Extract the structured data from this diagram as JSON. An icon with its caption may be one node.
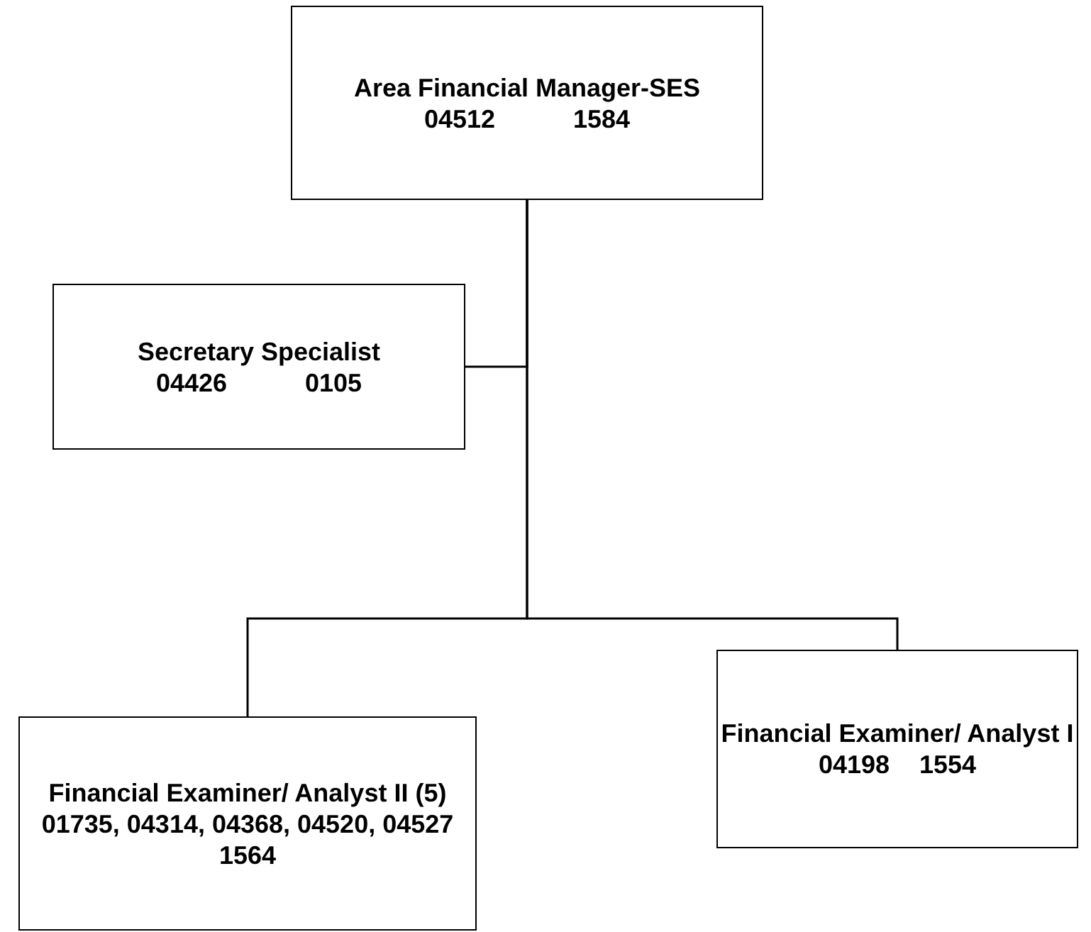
{
  "diagram": {
    "nodes": [
      {
        "text": [
          "Area Financial Manager-SES",
          "04512 1584"
        ]
      },
      {
        "text": [
          "Secretary Specialist",
          "04426 0105"
        ]
      },
      {
        "text": [
          "Financial Examiner/ Analyst II (5)",
          "01735, 04314, 04368, 04520, 04527",
          "1564"
        ]
      },
      {
        "text": [
          "Financial Examiner/ Analyst I",
          "04198 1554"
        ]
      }
    ],
    "edges": [
      {
        "from": 0,
        "to": 1,
        "arrow": "none"
      },
      {
        "from": 0,
        "to": 2,
        "arrow": "none"
      },
      {
        "from": 0,
        "to": 3,
        "arrow": "none"
      }
    ]
  }
}
